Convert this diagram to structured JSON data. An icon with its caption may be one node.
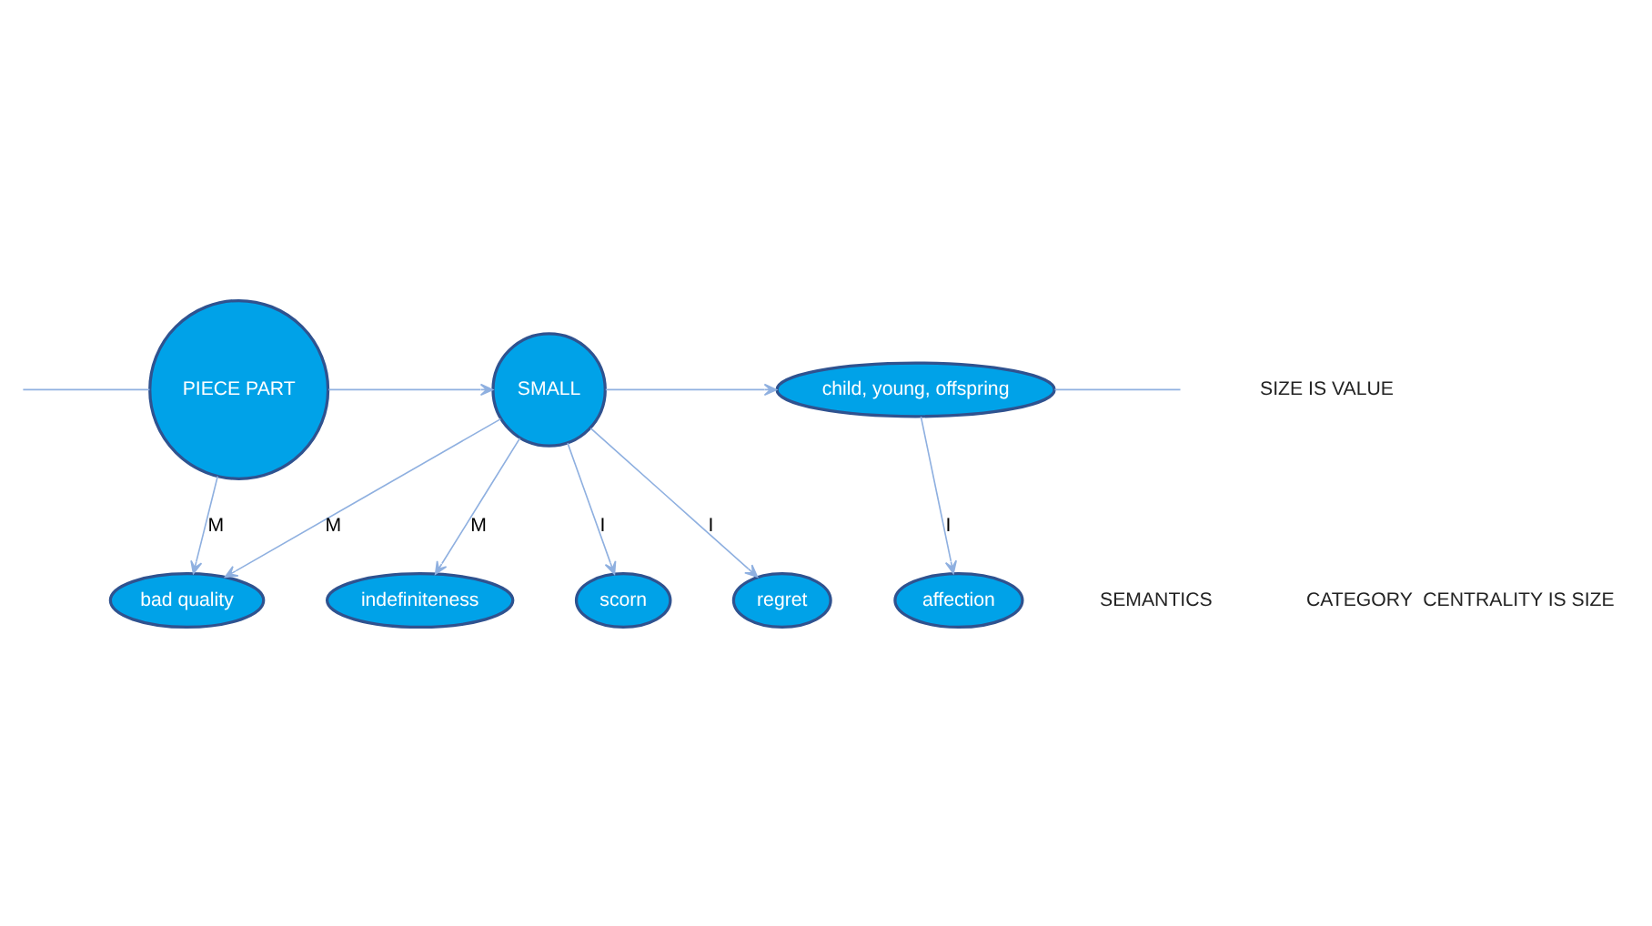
{
  "diagram": {
    "nodes": [
      {
        "text": [
          "bad quality"
        ]
      },
      {
        "text": [
          "indefiniteness"
        ]
      },
      {
        "text": [
          "PIECE PART"
        ]
      },
      {
        "text": [
          "SMALL"
        ]
      },
      {
        "text": [
          "child, young, offspring"
        ]
      },
      {
        "text": [
          "scorn"
        ]
      },
      {
        "text": [
          "regret"
        ]
      },
      {
        "text": [
          "affection"
        ]
      }
    ],
    "edges": [
      {
        "from": 2,
        "to": 0,
        "arrow": "to",
        "label": "M"
      },
      {
        "from": 3,
        "to": 0,
        "arrow": "to",
        "label": "M"
      },
      {
        "from": 3,
        "to": 1,
        "arrow": "to",
        "label": "M"
      },
      {
        "from": null,
        "to": 2,
        "arrow": "none"
      },
      {
        "from": 2,
        "to": 3,
        "arrow": "to"
      },
      {
        "from": 3,
        "to": 4,
        "arrow": "to"
      },
      {
        "from": 4,
        "to": null,
        "arrow": "none"
      },
      {
        "from": 3,
        "to": 5,
        "arrow": "to",
        "label": "I"
      },
      {
        "from": 3,
        "to": 6,
        "arrow": "to",
        "label": "I"
      },
      {
        "from": 4,
        "to": 7,
        "arrow": "to",
        "label": "I"
      }
    ],
    "labels": [
      "SEMANTICS",
      "CATEGORY  CENTRALITY IS SIZE",
      "SIZE IS VALUE"
    ]
  }
}
